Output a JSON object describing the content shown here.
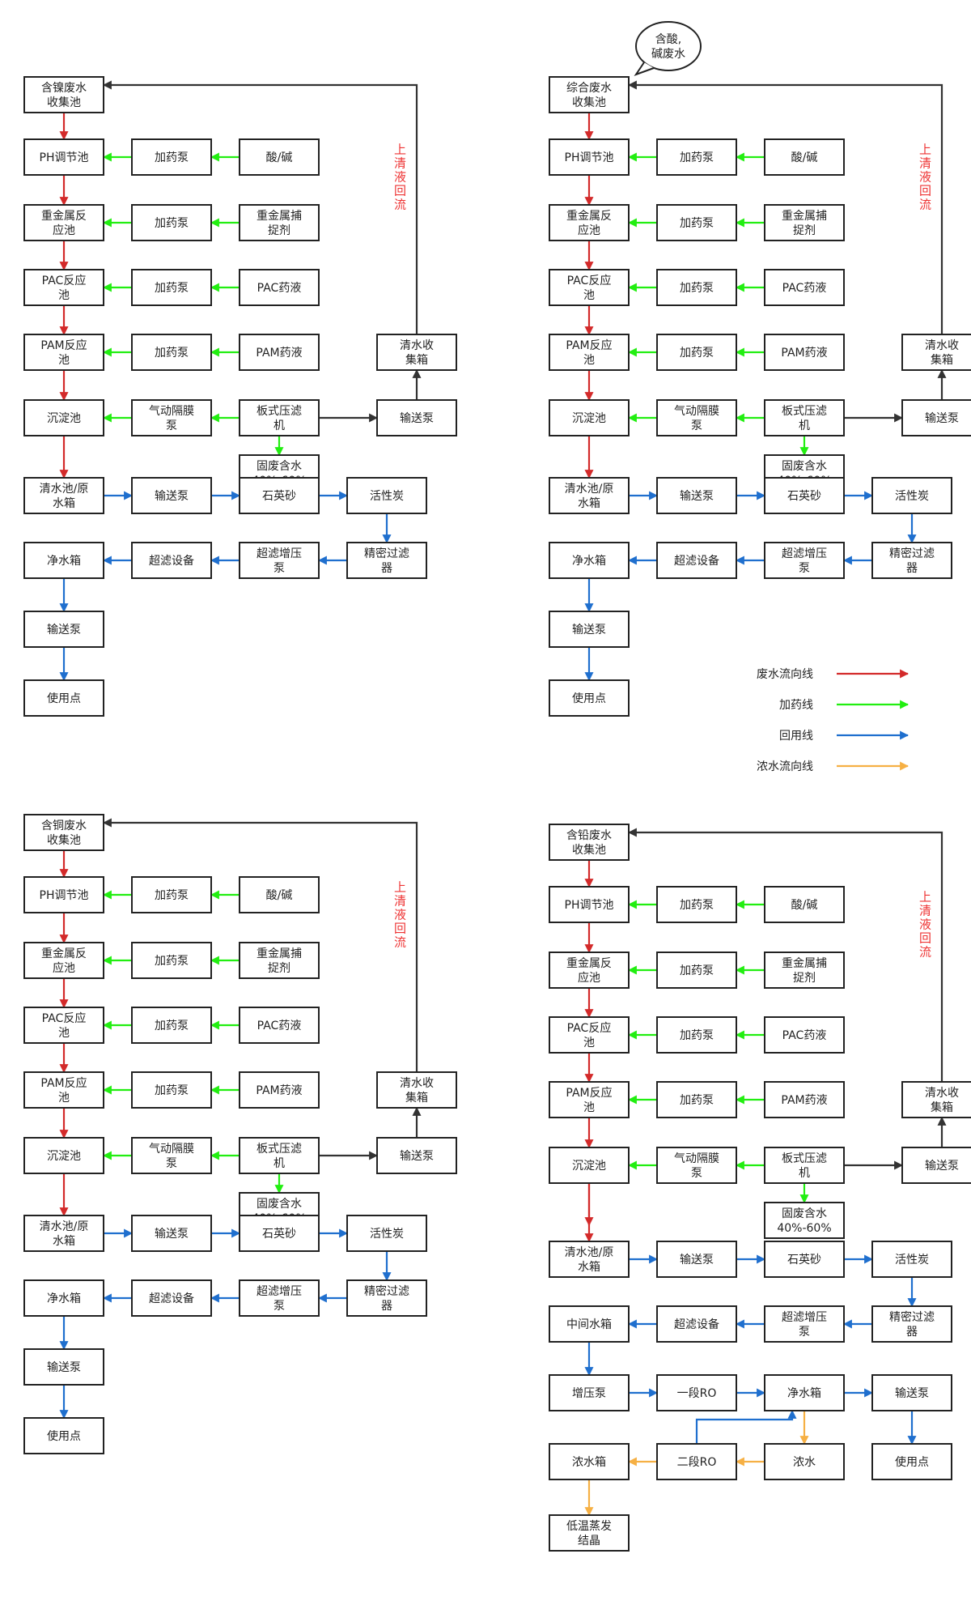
{
  "colors": {
    "wastewater": "#d32a2a",
    "dosing": "#22ee11",
    "reuse": "#1f6fce",
    "concentrate": "#f6b044",
    "recirc": "#333333",
    "box_border": "#222222",
    "red_text": "#ee3333"
  },
  "diagrams": [
    {
      "source": [
        "含镍废水",
        "收集池"
      ],
      "recirc_label": "上清液回流",
      "extra_boxes": []
    },
    {
      "source": [
        "综合废水",
        "收集池"
      ],
      "recirc_label": "上清液回流",
      "bubble": [
        "含酸,",
        "碱废水"
      ],
      "extra_boxes": []
    },
    {
      "source": [
        "含铜废水",
        "收集池"
      ],
      "recirc_label": "上清液回流",
      "extra_boxes": []
    },
    {
      "source": [
        "含铅废水",
        "收集池"
      ],
      "recirc_label": "上清液回流",
      "extended": true
    }
  ],
  "common": {
    "ph_tank": [
      "PH调节池"
    ],
    "heavy_metal_tank": [
      "重金属反",
      "应池"
    ],
    "pac_tank": [
      "PAC反应",
      "池"
    ],
    "pam_tank": [
      "PAM反应",
      "池"
    ],
    "sedimentation": [
      "沉淀池"
    ],
    "dosing_pump": [
      "加药泵"
    ],
    "acid_base": [
      "酸/碱"
    ],
    "heavy_metal_agent": [
      "重金属捕",
      "捉剂"
    ],
    "pac_liquid": [
      "PAC药液"
    ],
    "pam_liquid": [
      "PAM药液"
    ],
    "diaphragm_pump": [
      "气动隔膜",
      "泵"
    ],
    "filter_press": [
      "板式压滤",
      "机"
    ],
    "transfer_pump": [
      "输送泵"
    ],
    "clear_water_box": [
      "清水收",
      "集箱"
    ],
    "solid_waste": [
      "固废含水",
      "40%-60%"
    ],
    "clear_pool": [
      "清水池/原",
      "水箱"
    ],
    "quartz_sand": [
      "石英砂"
    ],
    "activated_carbon": [
      "活性炭"
    ],
    "precision_filter": [
      "精密过滤",
      "器"
    ],
    "uf_booster": [
      "超滤增压",
      "泵"
    ],
    "uf_device": [
      "超滤设备"
    ],
    "pure_water_box": [
      "净水箱"
    ],
    "use_point": [
      "使用点"
    ],
    "middle_tank": [
      "中间水箱"
    ],
    "booster_pump": [
      "增压泵"
    ],
    "ro1": [
      "一段RO"
    ],
    "ro2": [
      "二段RO"
    ],
    "concentrate": [
      "浓水"
    ],
    "concentrate_box": [
      "浓水箱"
    ],
    "evaporation": [
      "低温蒸发",
      "结晶"
    ]
  },
  "legend": [
    {
      "label": "废水流向线",
      "color_key": "wastewater"
    },
    {
      "label": "加药线",
      "color_key": "dosing"
    },
    {
      "label": "回用线",
      "color_key": "reuse"
    },
    {
      "label": "浓水流向线",
      "color_key": "concentrate"
    }
  ]
}
